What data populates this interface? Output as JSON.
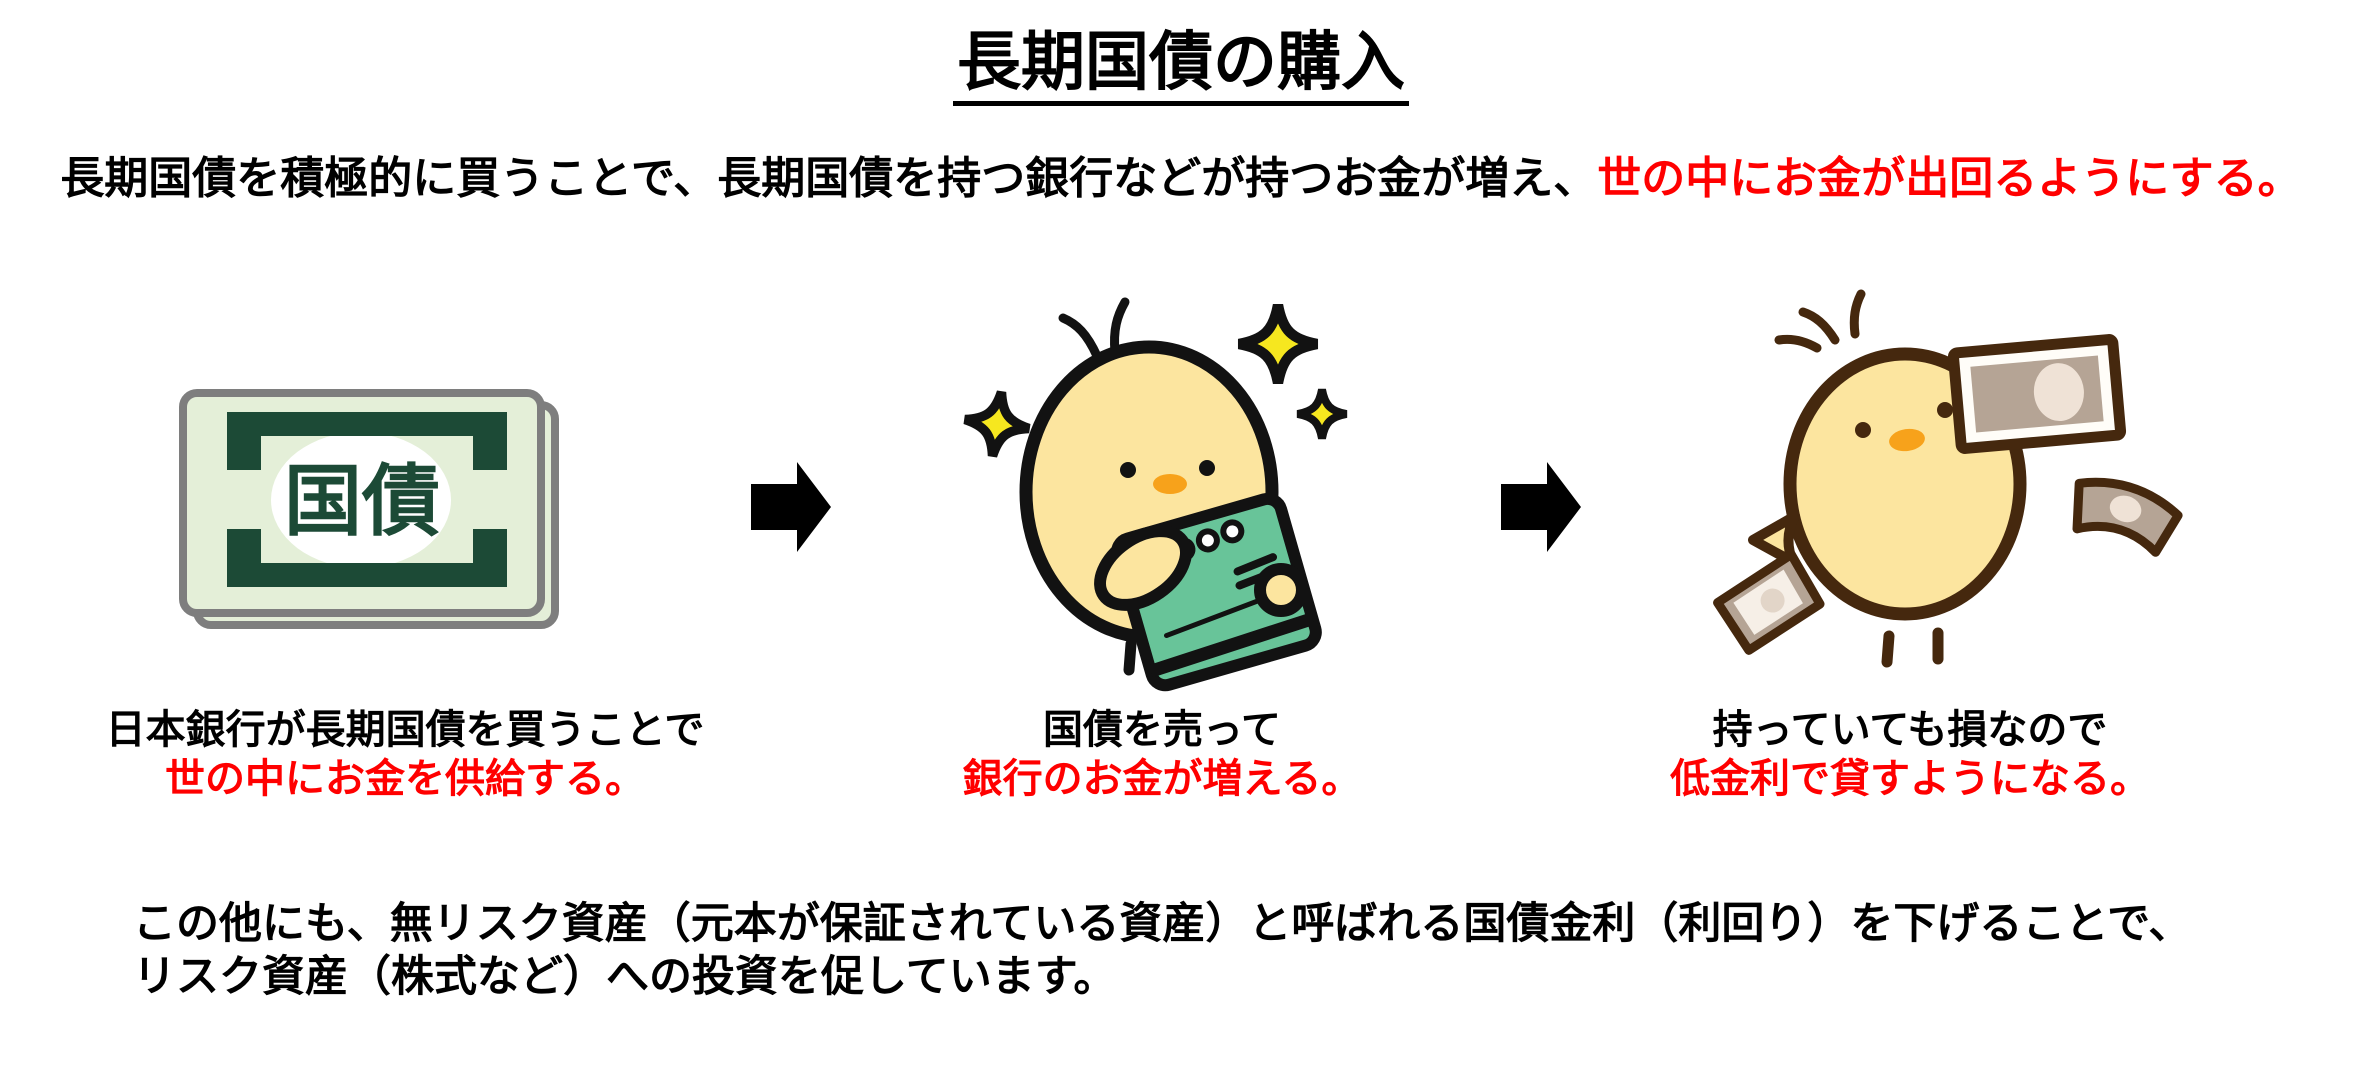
{
  "title": "長期国債の購入",
  "subtitle": {
    "black": "長期国債を積極的に買うことで、長期国債を持つ銀行などが持つお金が増え、",
    "red": "世の中にお金が出回るようにする。"
  },
  "steps": [
    {
      "icon": "government-bond-certificate",
      "bond_label": "国債",
      "caption_black": "日本銀行が長期国債を買うことで",
      "caption_red": "世の中にお金を供給する。"
    },
    {
      "icon": "chick-holding-bankbook-with-sparkles",
      "caption_black": "国債を売って",
      "caption_red": "銀行のお金が増える。"
    },
    {
      "icon": "chick-throwing-banknotes",
      "caption_black": "持っていても損なので",
      "caption_red": "低金利で貸すようになる。"
    }
  ],
  "footer": {
    "line1": "この他にも、無リスク資産（元本が保証されている資産）と呼ばれる国債金利（利回り）を下げることで、",
    "line2": "リスク資産（株式など）への投資を促しています。"
  },
  "colors": {
    "accent_red": "#ff0000",
    "text_black": "#000000",
    "bond_dark_green": "#1c4a36",
    "bond_light_green": "#e4efd8",
    "bond_border_gray": "#7e7e7e",
    "bankbook_green": "#68c499",
    "chick_yellow": "#fce59f",
    "sparkle_yellow": "#f6e71f",
    "beak_orange": "#f7a21b",
    "banknote_tan": "#b5a495",
    "banknote_cream": "#efe2d6",
    "chick2_outline_brown": "#45280e",
    "arrow_black": "#000000"
  }
}
